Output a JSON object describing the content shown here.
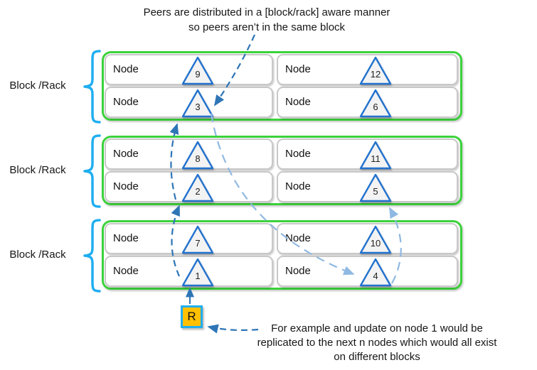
{
  "title": {
    "lines": [
      "Peers are distributed in a [block/rack] aware manner",
      "so peers aren’t in the same block"
    ]
  },
  "blocks": [
    {
      "label": "Block /Rack",
      "nodes": [
        {
          "label": "Node",
          "num": "9"
        },
        {
          "label": "Node",
          "num": "12"
        },
        {
          "label": "Node",
          "num": "3"
        },
        {
          "label": "Node",
          "num": "6"
        }
      ]
    },
    {
      "label": "Block /Rack",
      "nodes": [
        {
          "label": "Node",
          "num": "8"
        },
        {
          "label": "Node",
          "num": "11"
        },
        {
          "label": "Node",
          "num": "2"
        },
        {
          "label": "Node",
          "num": "5"
        }
      ]
    },
    {
      "label": "Block /Rack",
      "nodes": [
        {
          "label": "Node",
          "num": "7"
        },
        {
          "label": "Node",
          "num": "10"
        },
        {
          "label": "Node",
          "num": "1"
        },
        {
          "label": "Node",
          "num": "4"
        }
      ]
    }
  ],
  "replica_marker": {
    "label": "R"
  },
  "footnote": {
    "lines": [
      "For example and update on node 1 would be",
      "replicated to the next n nodes which would all exist",
      "on different blocks"
    ]
  },
  "arrows": [
    {
      "name": "annotation-to-node3",
      "from": "title-annotation",
      "to": "node-3",
      "style": "dashed",
      "color": "#2e75b6"
    },
    {
      "name": "node1-to-node2",
      "from": "node-1",
      "to": "node-2",
      "style": "dashed",
      "color": "#2e75b6"
    },
    {
      "name": "node2-to-node3",
      "from": "node-2",
      "to": "node-3",
      "style": "dashed",
      "color": "#2e75b6"
    },
    {
      "name": "node3-to-node4",
      "from": "node-3",
      "to": "node-4",
      "style": "dashed",
      "color": "#8fb9e2"
    },
    {
      "name": "node4-to-node5",
      "from": "node-4",
      "to": "node-5",
      "style": "dashed",
      "color": "#8fb9e2"
    },
    {
      "name": "replica-to-node1",
      "from": "replica-box",
      "to": "node-1",
      "style": "solid",
      "color": "#2e75b6"
    },
    {
      "name": "footnote-to-replica",
      "from": "footnote-annotation",
      "to": "replica-box",
      "style": "dashed",
      "color": "#2e75b6"
    }
  ],
  "colors": {
    "block_border_green": "#3bd23b",
    "cell_border_gray": "#c8c8c8",
    "triangle_blue": "#2272ce",
    "triangle_fill": "#f3f3f3",
    "brace_cyan": "#1faef0",
    "replica_fill_orange": "#ffc000",
    "replica_border_cyan": "#1faef0",
    "arrow_dark_blue": "#2e75b6",
    "arrow_light_blue": "#8fb9e2"
  }
}
